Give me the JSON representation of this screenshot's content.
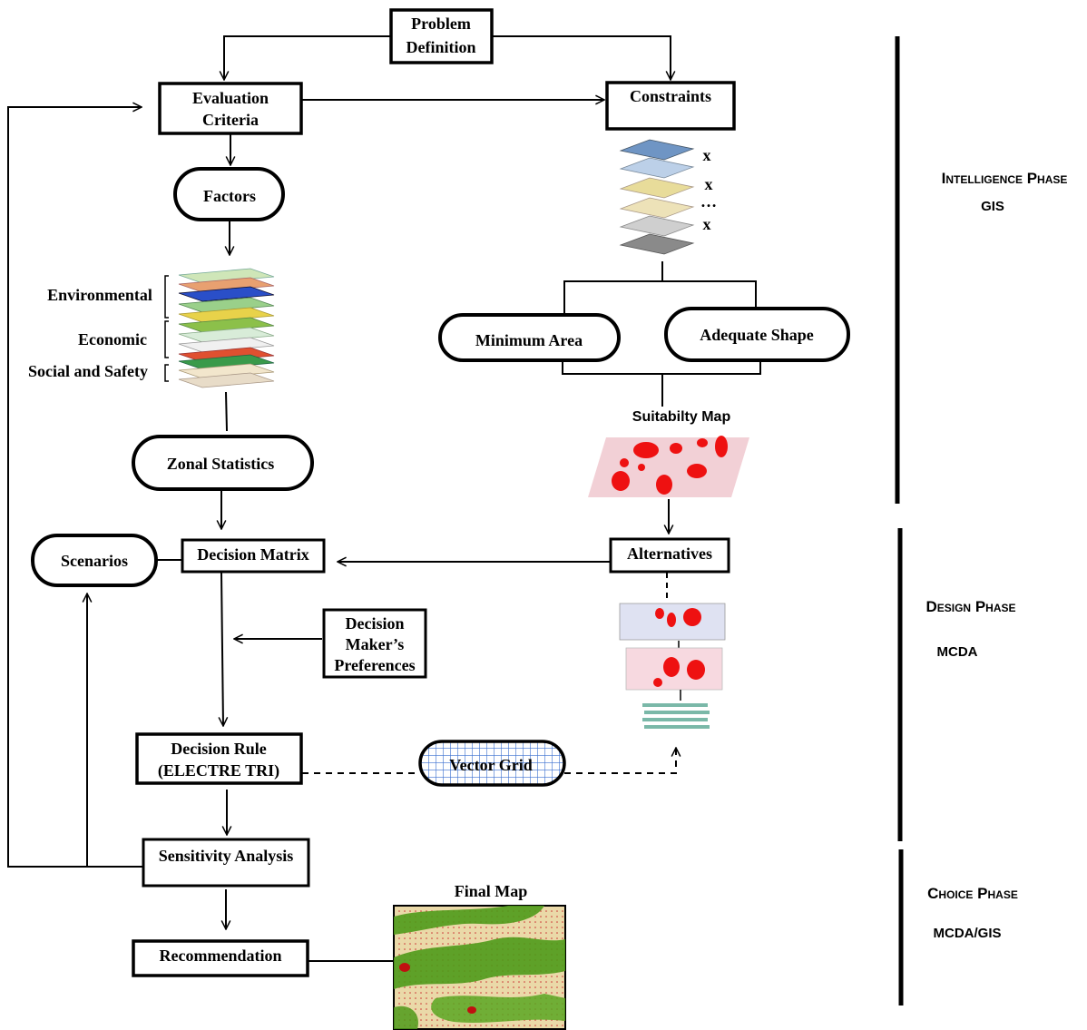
{
  "boxes": {
    "problem_definition": [
      "Problem",
      "Definition"
    ],
    "evaluation_criteria": [
      "Evaluation",
      "Criteria"
    ],
    "constraints": "Constraints",
    "factors": "Factors",
    "minimum_area": "Minimum Area",
    "adequate_shape": "Adequate Shape",
    "zonal_statistics": "Zonal Statistics",
    "scenarios": "Scenarios",
    "decision_matrix": "Decision Matrix",
    "alternatives": "Alternatives",
    "decision_makers_preferences": [
      "Decision",
      "Maker’s",
      "Preferences"
    ],
    "decision_rule": [
      "Decision Rule",
      "(ELECTRE TRI)"
    ],
    "vector_grid": "Vector Grid",
    "sensitivity_analysis": "Sensitivity Analysis",
    "recommendation": "Recommendation"
  },
  "factor_groups": {
    "environmental": "Environmental",
    "economic": "Economic",
    "social_and_safety": "Social and Safety"
  },
  "constraint_marks": [
    "x",
    "x",
    "…",
    "x"
  ],
  "map_titles": {
    "suitability_map": "Suitabilty Map",
    "final_map": "Final Map"
  },
  "phases": {
    "intelligence": {
      "line1": "Intelligence Phase",
      "line2": "GIS"
    },
    "design": {
      "line1": "Design Phase",
      "line2": "MCDA"
    },
    "choice": {
      "line1": "Choice Phase",
      "line2": "MCDA/GIS"
    }
  },
  "colors": {
    "stroke": "#000000",
    "suitability_fill": "#f2d0d6",
    "suitable_area": "#ee1111",
    "final_map_green": "#4f9a1a",
    "final_map_beige": "#ead9a8",
    "grid_blue": "#3a6fd0"
  }
}
